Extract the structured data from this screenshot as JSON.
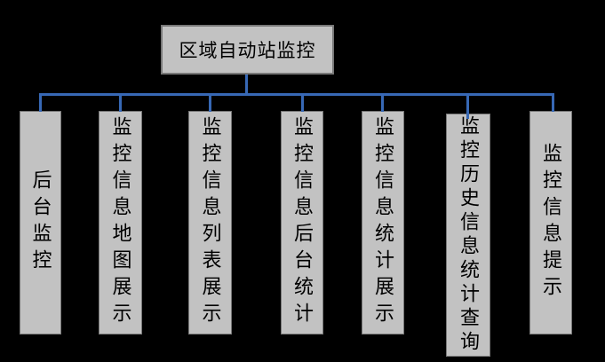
{
  "diagram": {
    "title": "区域自动站监控",
    "root": {
      "id": "regional-auto-station-monitoring",
      "label": "区域自动站监控"
    },
    "children": [
      {
        "id": "backend-monitoring",
        "label": "后台监控"
      },
      {
        "id": "monitoring-info-map-display",
        "label": "监控信息地图展示"
      },
      {
        "id": "monitoring-info-list-display",
        "label": "监控信息列表展示"
      },
      {
        "id": "monitoring-info-backend-stats",
        "label": "监控信息后台统计"
      },
      {
        "id": "monitoring-info-stats-display",
        "label": "监控信息统计展示"
      },
      {
        "id": "monitoring-history-stats-query",
        "label": "监控历史信息统计查询"
      },
      {
        "id": "monitoring-info-prompt",
        "label": "监控信息提示"
      }
    ],
    "colors": {
      "background": "#000000",
      "node_fill": "#c2c2c2",
      "node_border": "#787878",
      "connector": "#3768b5",
      "text": "#000000"
    }
  }
}
